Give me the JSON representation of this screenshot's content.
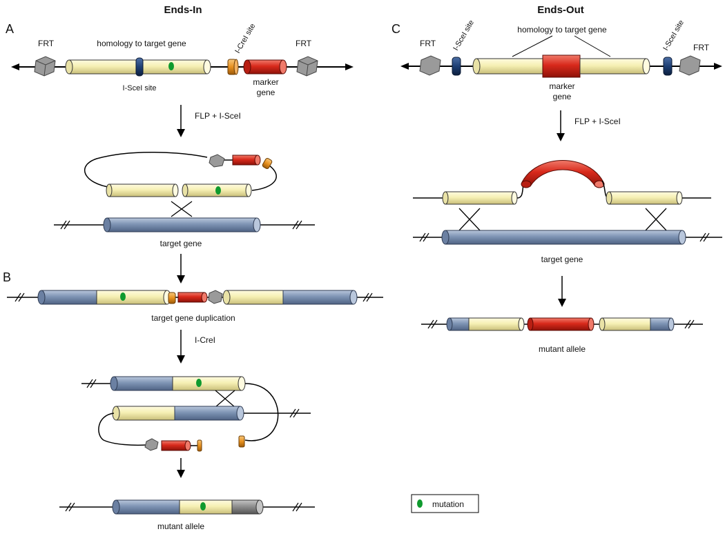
{
  "titles": {
    "ends_in": "Ends-In",
    "ends_out": "Ends-Out"
  },
  "panels": {
    "a": "A",
    "b": "B",
    "c": "C"
  },
  "ends_in": {
    "frt_left": "FRT",
    "frt_right": "FRT",
    "homology": "homology to target gene",
    "isce_site": "I-SceI site",
    "icre_site": "I-CreI site",
    "marker_line1": "marker",
    "marker_line2": "gene",
    "step1": "FLP + I-SceI",
    "target_gene": "target gene",
    "duplication": "target gene duplication",
    "step2": "I-CreI",
    "mutant_allele": "mutant allele"
  },
  "ends_out": {
    "frt_left": "FRT",
    "frt_right": "FRT",
    "isce_left": "I-SceI site",
    "isce_right": "I-SceI site",
    "homology": "homology to target gene",
    "marker_line1": "marker",
    "marker_line2": "gene",
    "step1": "FLP + I-SceI",
    "target_gene": "target gene",
    "mutant_allele": "mutant allele"
  },
  "legend": {
    "mutation": "mutation"
  },
  "colors": {
    "homology": "#f6f0b4",
    "target": "#7e94b4",
    "marker": "#d8291b",
    "isce": "#1e3f74",
    "icre": "#e8911f",
    "frt": "#8f8f8f",
    "mutation": "#0f9a2e",
    "remnant": "#808080"
  }
}
